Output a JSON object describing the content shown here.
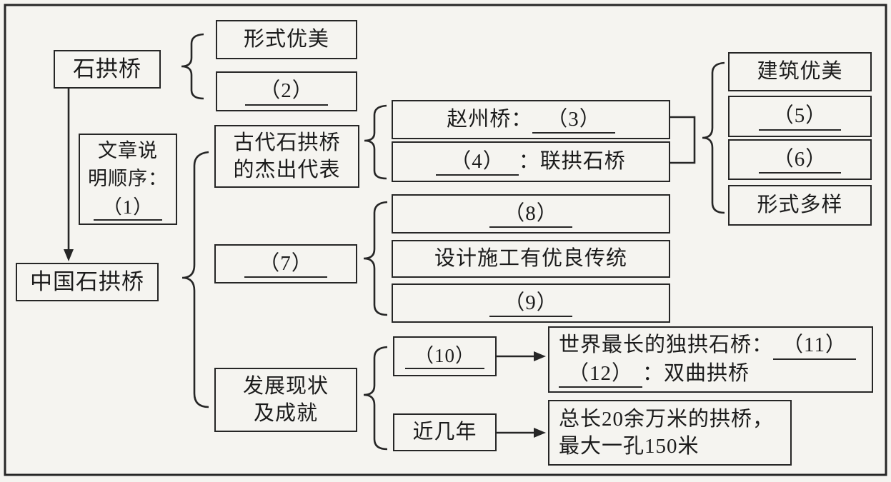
{
  "canvas": {
    "background": "#f5f4f0",
    "ink": "#262626"
  },
  "nodes": {
    "stone_arch_bridge": "石拱桥",
    "form_beautiful": "形式优美",
    "blank_2": "（2）",
    "order_note_line1": "文章说",
    "order_note_line2": "明顺序：",
    "blank_1": "（1）",
    "china_stone_arch_bridge": "中国石拱桥",
    "ancient_rep_line1": "古代石拱桥",
    "ancient_rep_line2": "的杰出代表",
    "zhaozhou_prefix": "赵州桥：",
    "blank_3": "（3）",
    "blank_4": "（4）",
    "lian_arch_suffix": "：联拱石桥",
    "arch_beautiful": "建筑优美",
    "blank_5": "（5）",
    "blank_6": "（6）",
    "form_diverse": "形式多样",
    "blank_7": "（7）",
    "blank_8": "（8）",
    "design_tradition": "设计施工有优良传统",
    "blank_9": "（9）",
    "develop_line1": "发展现状",
    "develop_line2": "及成就",
    "blank_10": "（10）",
    "recent_years": "近几年",
    "longest_prefix": "世界最长的独拱石桥：",
    "blank_11": "（11）",
    "blank_12": "（12）",
    "hyperbolic_suffix": "：双曲拱桥",
    "total_length_line1": "总长20余万米的拱桥，",
    "total_length_line2": "最大一孔150米"
  }
}
